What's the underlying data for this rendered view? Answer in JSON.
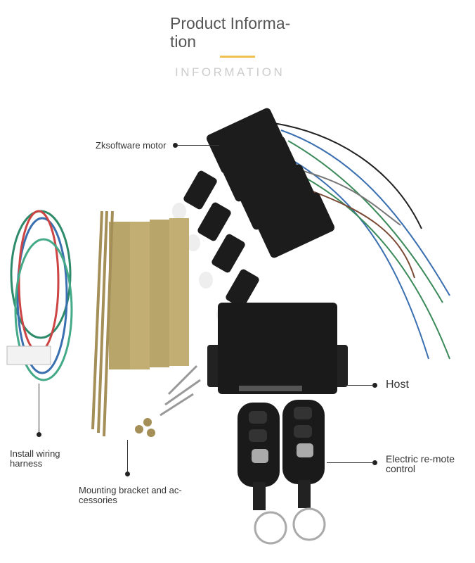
{
  "header": {
    "title": "Product Informa-tion",
    "subtitle": "INFORMATION",
    "accent_color": "#f0c04e"
  },
  "callouts": {
    "motor": "Zksoftware motor",
    "host": "Host",
    "remote": "Electric re-mote control",
    "harness": "Install wiring harness",
    "bracket": "Mounting bracket and ac-cessories"
  }
}
